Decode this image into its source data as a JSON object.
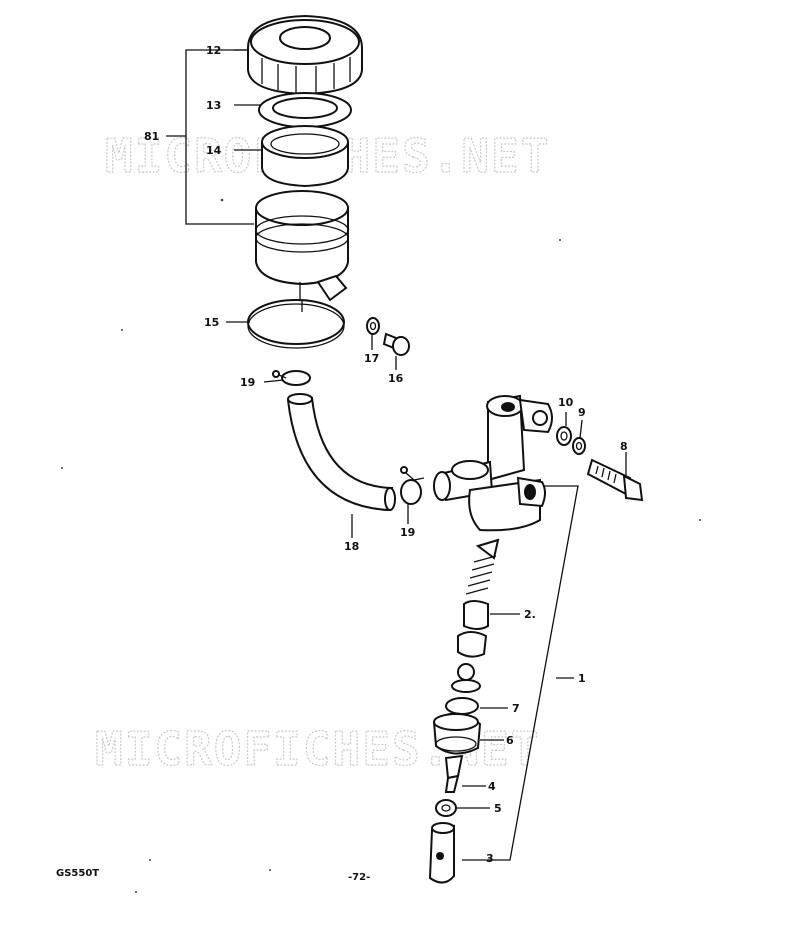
{
  "watermark": {
    "top": "MICROFICHES.NET",
    "bottom": "MICROFICHES.NET"
  },
  "footer": {
    "model_code": "GS550T",
    "page_number": "-72-"
  },
  "callouts": {
    "group": "81",
    "cap": "12",
    "plate": "13",
    "diaphragm": "14",
    "band": "15",
    "bolt_reservoir": "16",
    "washer_reservoir": "17",
    "hose": "18",
    "clamp_upper": "19",
    "clamp_lower": "19",
    "washer_a": "10",
    "washer_b": "9",
    "mount_bolt": "8",
    "piston": "2.",
    "cylinder_assy": "1",
    "circlip": "7",
    "boot": "6",
    "rod": "4",
    "nut": "5",
    "clevis": "3"
  }
}
